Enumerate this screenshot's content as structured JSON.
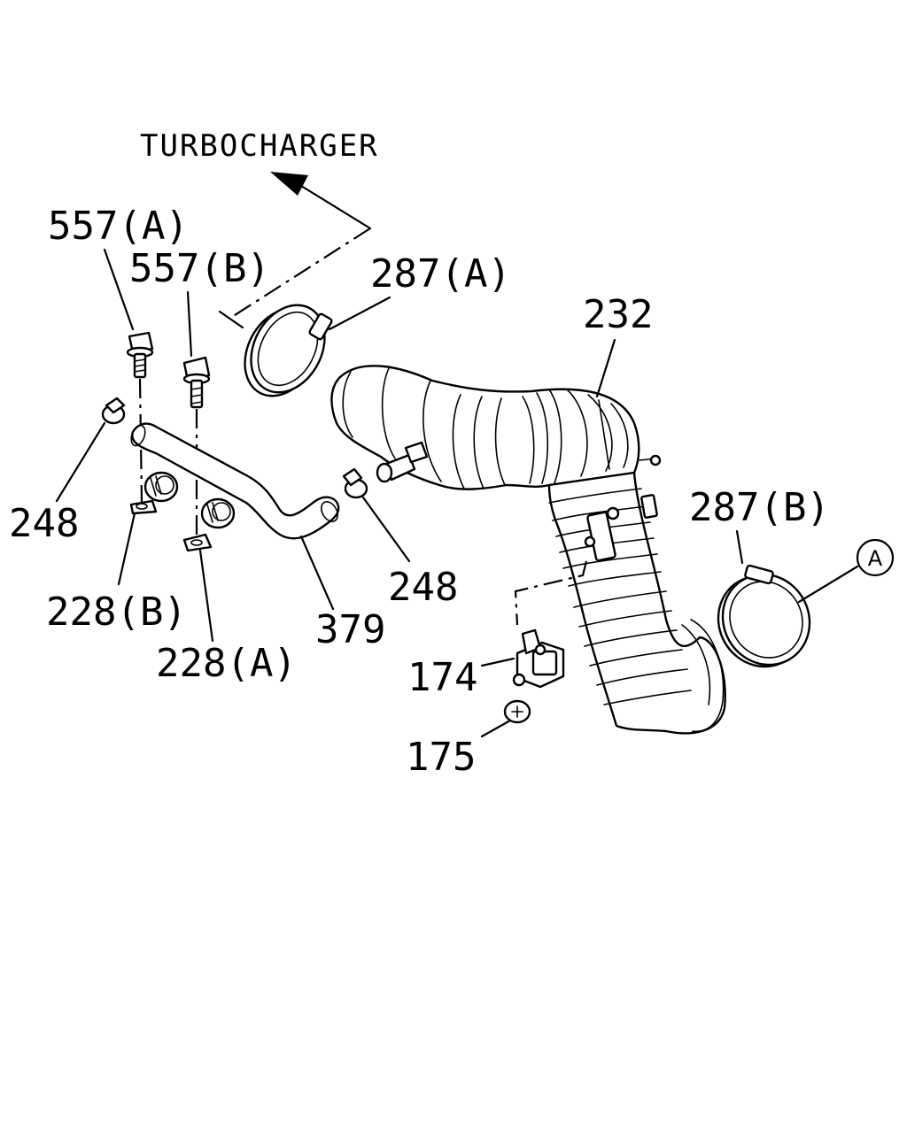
{
  "labels": {
    "turbocharger": "TURBOCHARGER",
    "p557a": "557(A)",
    "p557b": "557(B)",
    "p287a": "287(A)",
    "p232": "232",
    "p287b": "287(B)",
    "ref_a": "A",
    "p248_left": "248",
    "p248_right": "248",
    "p228b": "228(B)",
    "p228a": "228(A)",
    "p379": "379",
    "p174": "174",
    "p175": "175"
  }
}
